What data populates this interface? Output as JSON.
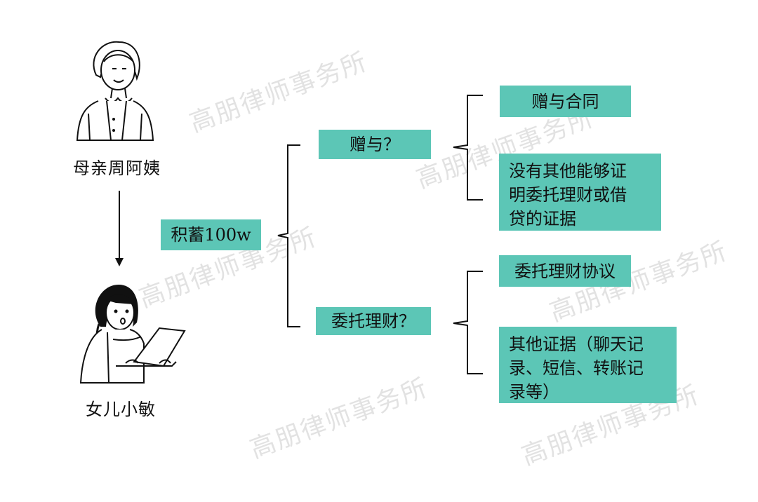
{
  "people": {
    "mother_label": "母亲周阿姨",
    "daughter_label": "女儿小敏"
  },
  "root": {
    "label": "积蓄100w"
  },
  "branches": {
    "gift": {
      "label": "赠与？"
    },
    "entrust": {
      "label": "委托理财？"
    }
  },
  "leaves": {
    "gift_contract": "赠与合同",
    "no_other_evidence": [
      "没有其他能够证",
      "明委托理财或借",
      "贷的证据"
    ],
    "entrust_agreement": "委托理财协议",
    "other_evidence": [
      "其他证据（聊天记",
      "录、短信、转账记",
      "录等）"
    ]
  },
  "watermark": {
    "text": "高朋律师事务所"
  },
  "colors": {
    "box_fill": "#5cc6b6",
    "line": "#111111"
  }
}
